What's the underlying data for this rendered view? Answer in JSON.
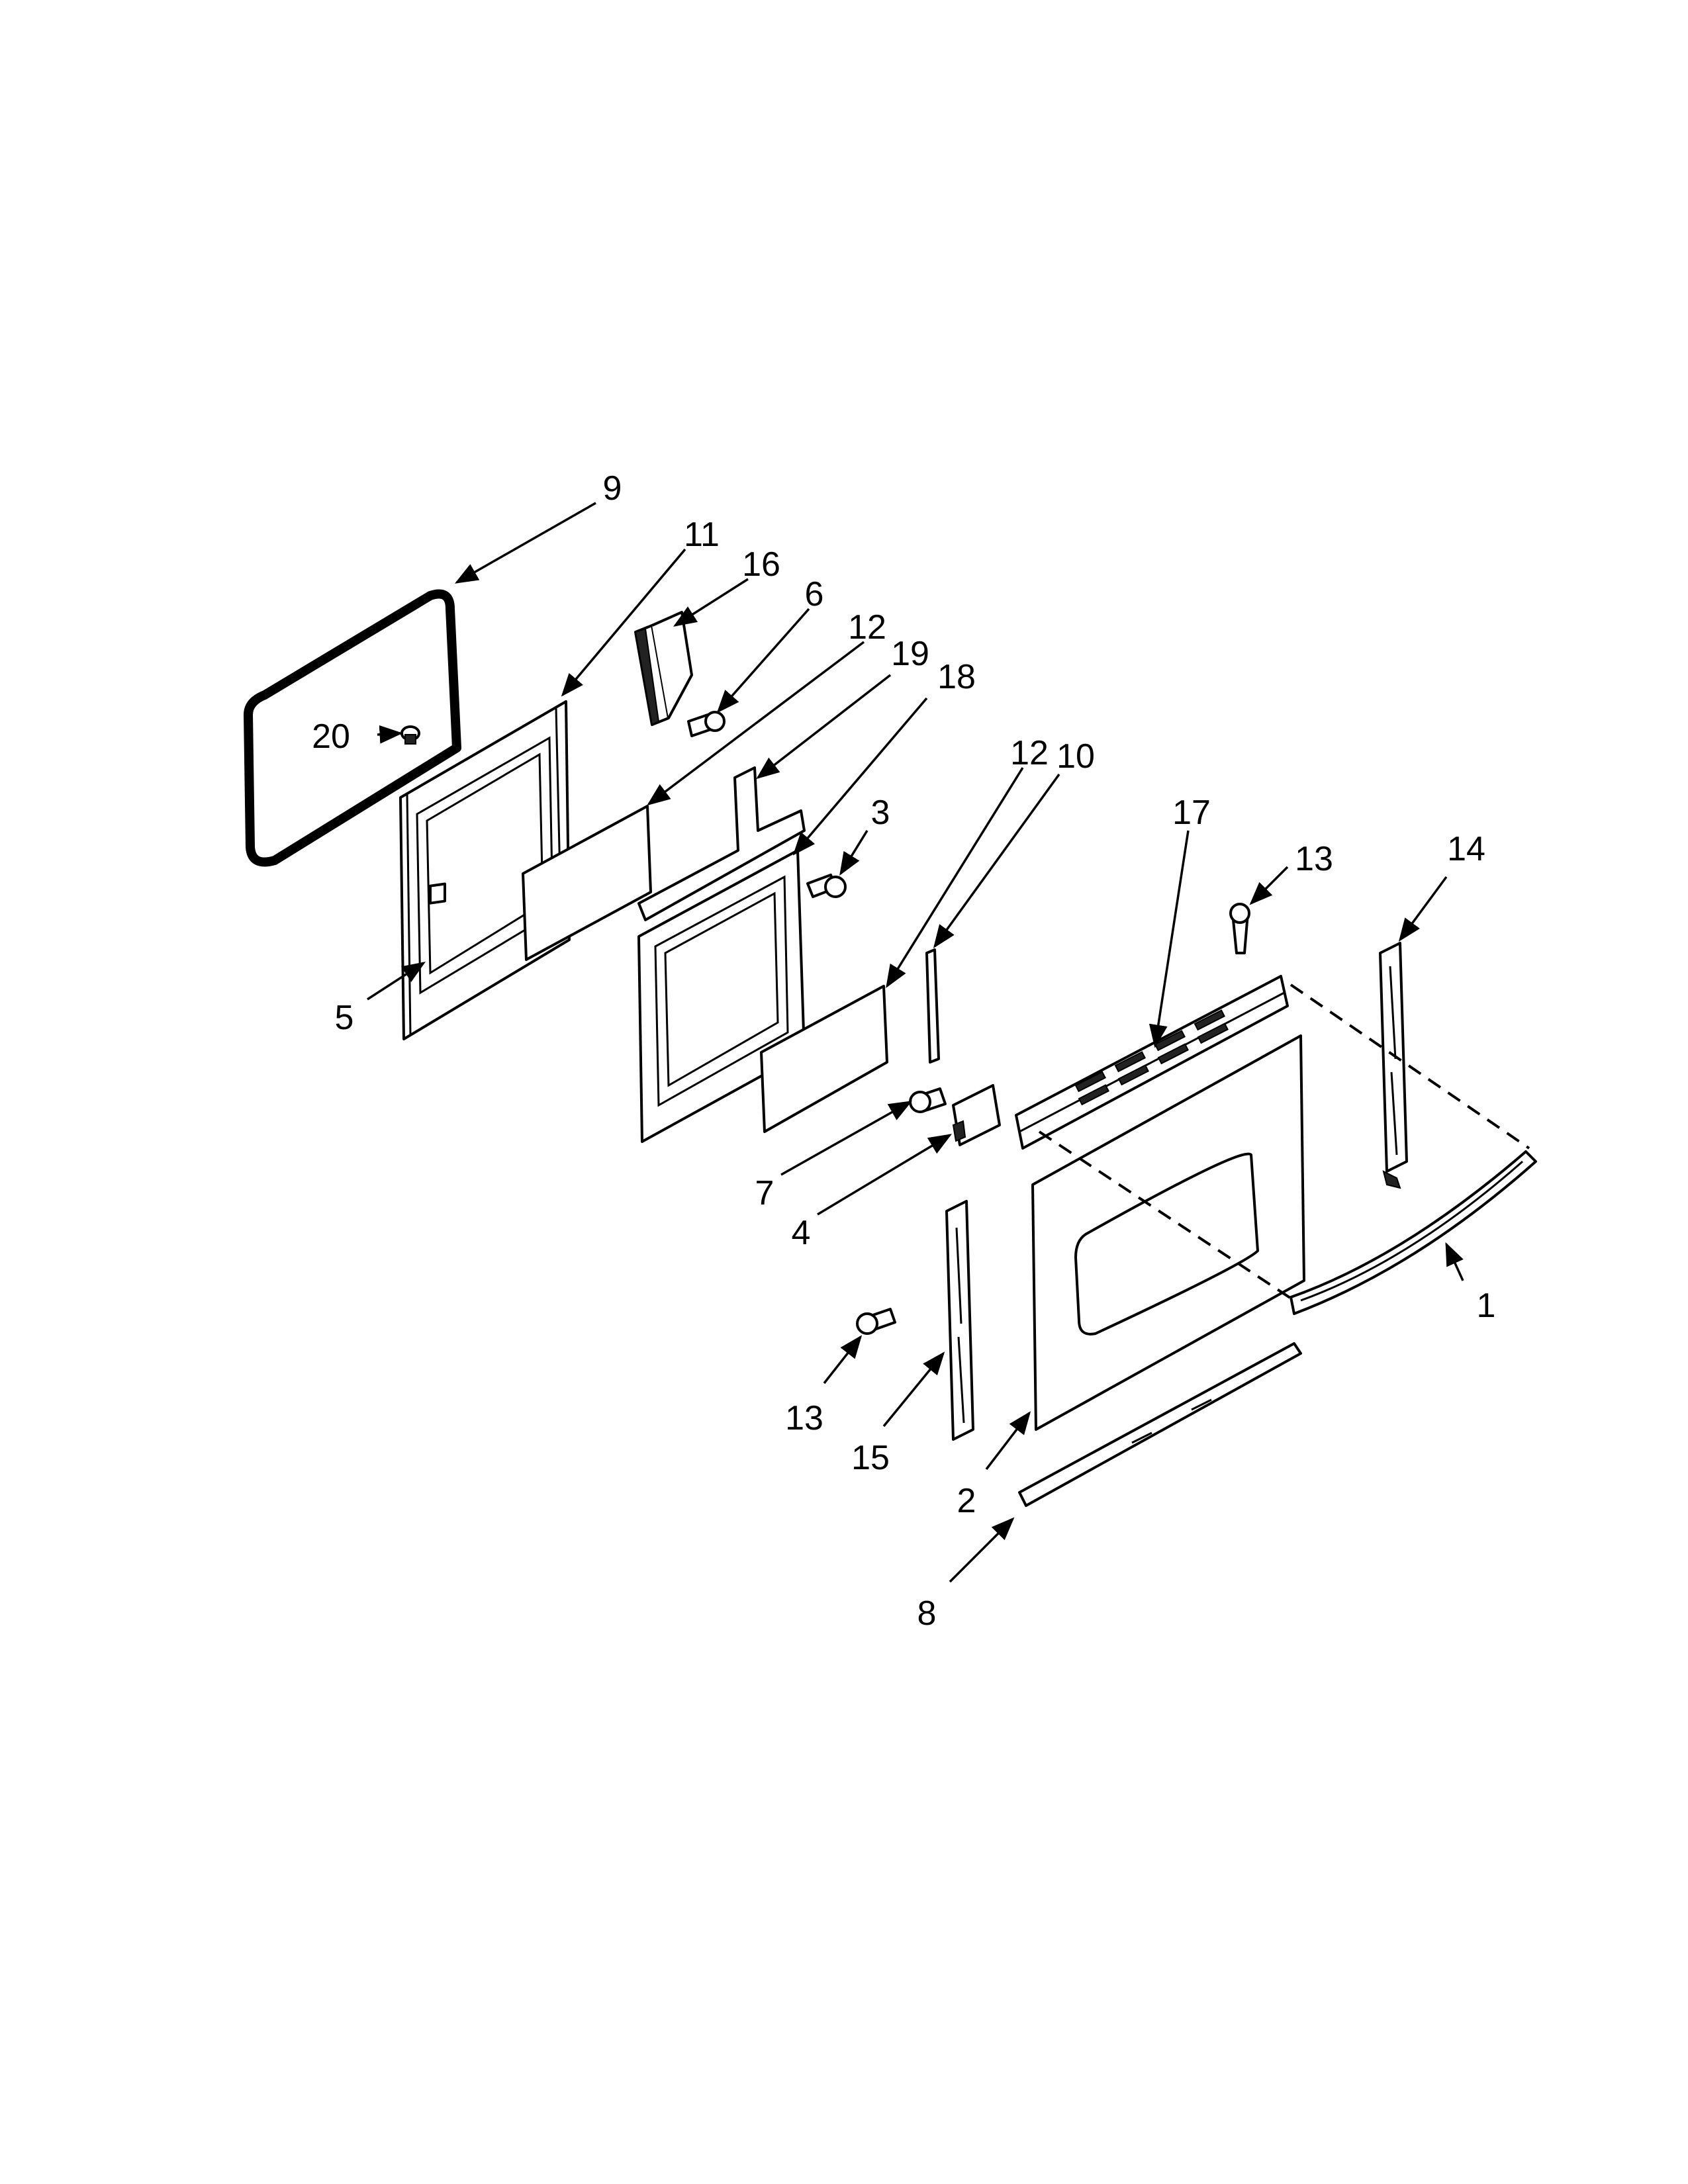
{
  "callouts": {
    "c1": "1",
    "c2": "2",
    "c3": "3",
    "c4": "4",
    "c5": "5",
    "c6": "6",
    "c7": "7",
    "c8": "8",
    "c9": "9",
    "c10": "10",
    "c11": "11",
    "c12a": "12",
    "c12b": "12",
    "c13a": "13",
    "c13b": "13",
    "c14": "14",
    "c15": "15",
    "c16": "16",
    "c17": "17",
    "c18": "18",
    "c19": "19",
    "c20": "20"
  },
  "colors": {
    "ink": "#000000",
    "paper": "#ffffff"
  }
}
